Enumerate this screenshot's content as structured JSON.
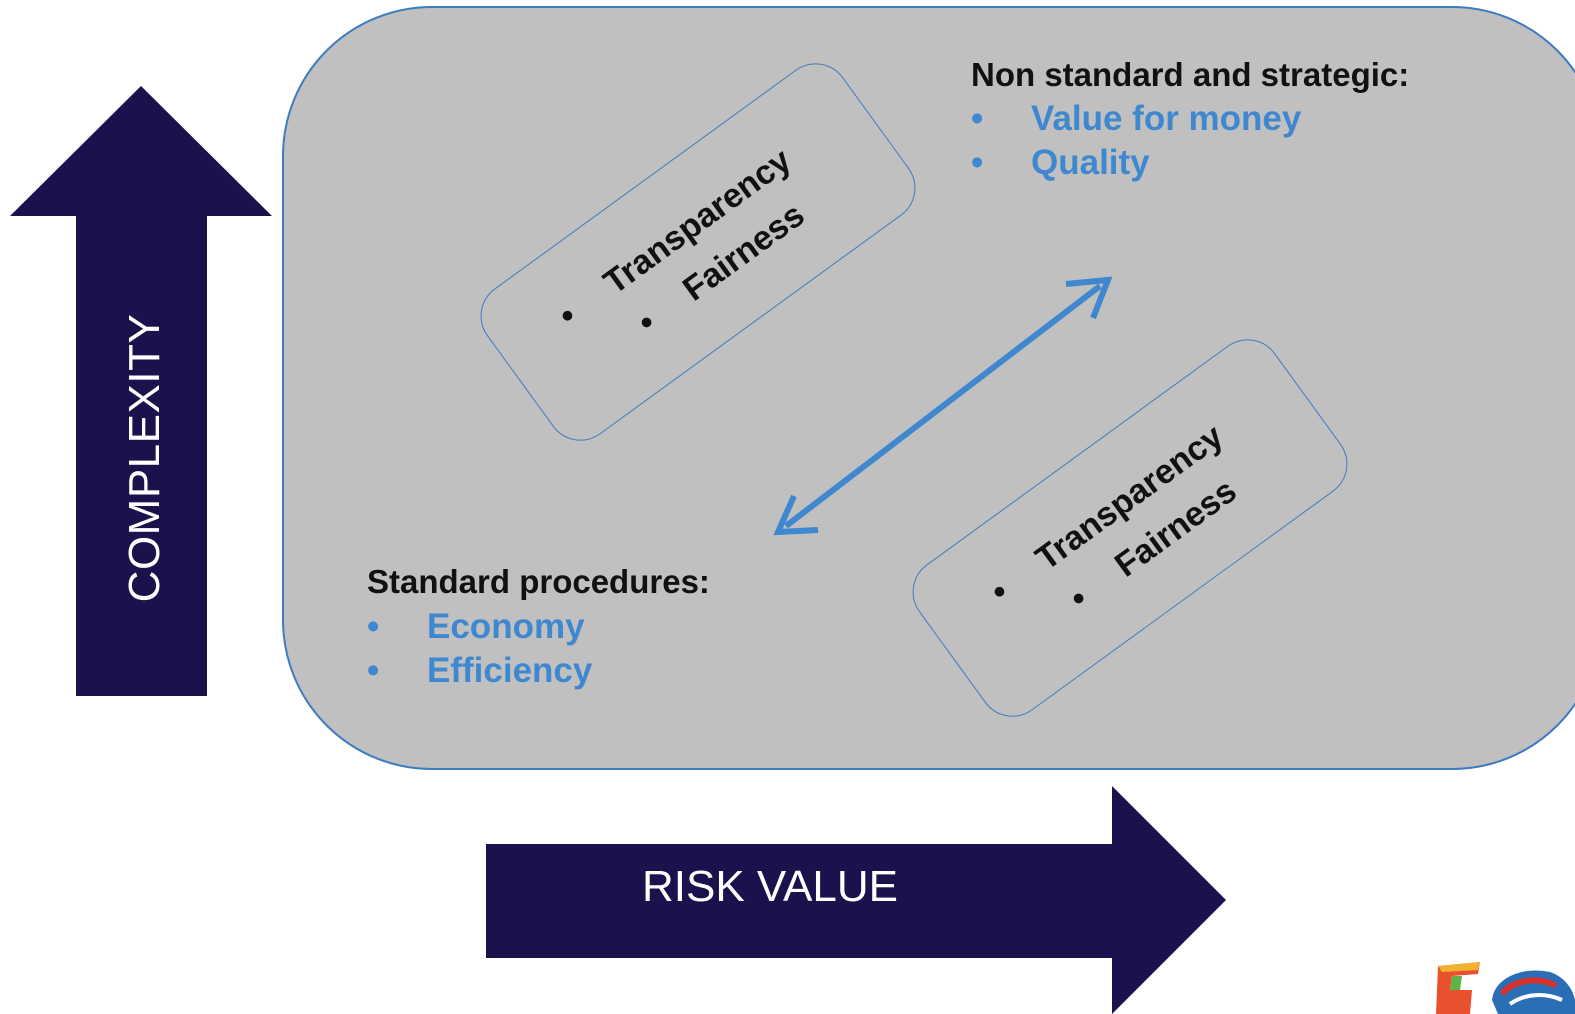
{
  "axes": {
    "vertical_label": "COMPLEXITY",
    "horizontal_label": "RISK VALUE"
  },
  "non_standard": {
    "heading": "Non standard and strategic:",
    "items": [
      "Value for money",
      "Quality"
    ]
  },
  "standard": {
    "heading": "Standard procedures:",
    "items": [
      "Economy",
      "Efficiency"
    ]
  },
  "box_upper": {
    "items": [
      "Transparency",
      "Fairness"
    ]
  },
  "box_lower": {
    "items": [
      "Transparency",
      "Fairness"
    ]
  },
  "bullet": "•",
  "colors": {
    "arrow_fill": "#1a124c",
    "panel": "#c0c0c0",
    "accent_blue": "#3f87cf",
    "border_blue": "#3e7cc0"
  }
}
